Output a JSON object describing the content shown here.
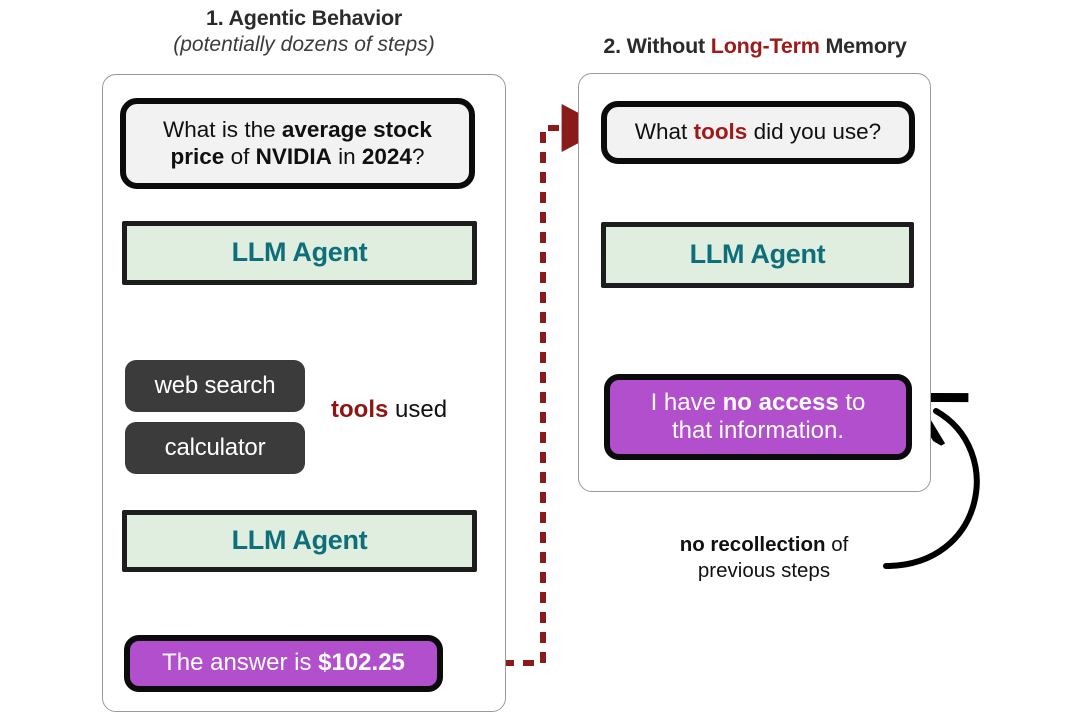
{
  "panels": {
    "left": {
      "title_prefix": "1.",
      "title": "1. Agentic Behavior",
      "subtitle": "(potentially dozens of steps)"
    },
    "right": {
      "title_part1": "2. Without ",
      "title_highlight": "Long-Term",
      "title_part2": " Memory",
      "title_full": "2. Without Long-Term Memory"
    }
  },
  "left_flow": {
    "question": {
      "line1_plain1": "What is the ",
      "line1_bold1": "average stock",
      "line2_bold1": "price",
      "line2_plain1": " of ",
      "line2_bold2": "NVIDIA",
      "line2_plain2": " in ",
      "line2_bold3": "2024",
      "line2_plain3": "?",
      "full_text": "What is the average stock price of NVIDIA in 2024?"
    },
    "agent_top": "LLM Agent",
    "tools": [
      "web search",
      "calculator"
    ],
    "tools_label_bold": "tools",
    "tools_label_rest": " used",
    "agent_bottom": "LLM Agent",
    "answer": {
      "plain": "The answer is ",
      "bold": "$102.25",
      "full_text": "The answer is $102.25"
    }
  },
  "right_flow": {
    "question": {
      "plain1": "What ",
      "bold1": "tools",
      "plain2": " did you use?",
      "full_text": "What tools did you use?"
    },
    "agent": "LLM Agent",
    "answer": {
      "line1_plain1": "I have ",
      "line1_bold1": "no access",
      "line1_plain2": " to",
      "line2": "that information.",
      "full_text": "I have no access to that information."
    },
    "caption": {
      "bold": "no recollection",
      "plain": " of",
      "line2": "previous steps"
    }
  },
  "colors": {
    "agent_fill": "#dfeedf",
    "agent_text": "#0e6f7b",
    "answer_fill": "#b14fcd",
    "tool_fill": "#3b3b3b",
    "accent_red": "#9e1a1a",
    "dashed_red": "#8b1a1a",
    "arrow_gray": "#3d3d3d",
    "panel_border": "#9a9a9a"
  },
  "icons": {
    "flow_arrow": "down-arrow-icon",
    "dashed_link": "dashed-arrow-icon",
    "recall_arrow": "curved-arrow-icon",
    "tool_bracket": "dotted-bracket-icon"
  }
}
